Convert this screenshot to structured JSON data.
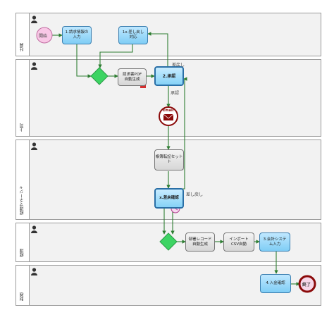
{
  "lanes": [
    {
      "label": "社員"
    },
    {
      "label": "上司"
    },
    {
      "label": "経理マネージャ"
    },
    {
      "label": "経理"
    },
    {
      "label": "財務"
    }
  ],
  "events": {
    "start": "開始",
    "end": "終了",
    "email": "Email"
  },
  "tasks": {
    "t1": "1.請求情報の\n入力",
    "t1x": "1x.差し戻し\n対応",
    "pdf": "請求書PDF\n自動生成",
    "t2": "2.承認",
    "ledger": "帳簿転記セット\nト",
    "tx": "x.差戻確認",
    "record": "部署レコード\n自動生成",
    "csv": "インポート\nCSV自動",
    "t3": "3.会計システ\nム入力",
    "t4": "4.入金確認"
  },
  "flow_labels": {
    "remand1": "差戻し",
    "approve": "承認",
    "remand2": "差し戻し"
  },
  "colors": {
    "flow": "#2e7d32",
    "task_blue": "#8fd3f7",
    "gateway": "#3dd463",
    "start": "#f9c8e6",
    "end": "#8b0a0a"
  }
}
